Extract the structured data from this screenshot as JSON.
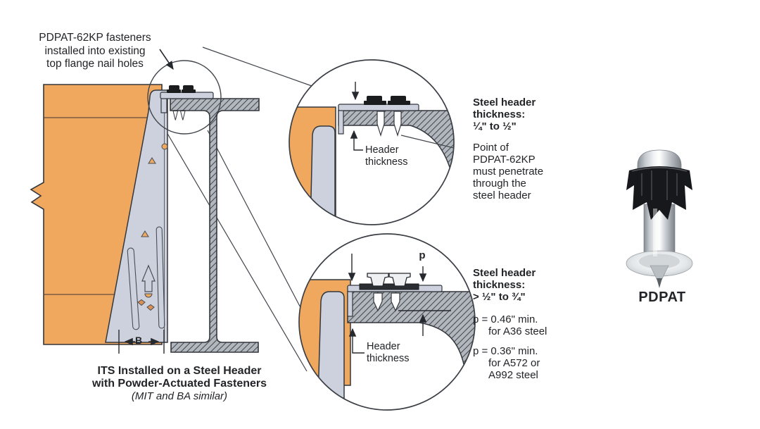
{
  "figure": {
    "callout": {
      "line1": "PDPAT-62KP fasteners",
      "line2": "installed into existing",
      "line3": "top flange nail holes"
    },
    "caption": {
      "line1": "ITS Installed on a Steel Header",
      "line2": "with Powder-Actuated Fasteners",
      "note": "(MIT and BA similar)"
    },
    "dim_b": "B",
    "dim_p": "p"
  },
  "detail_top": {
    "thickness_label": {
      "line1": "Header",
      "line2": "thickness"
    },
    "spec_title": {
      "line1": "Steel header",
      "line2": "thickness:",
      "line3": "¼\" to ½\""
    },
    "note": {
      "line1": "Point of",
      "line2": "PDPAT-62KP",
      "line3": "must penetrate",
      "line4": "through the",
      "line5": "steel header"
    }
  },
  "detail_bottom": {
    "thickness_label": {
      "line1": "Header",
      "line2": "thickness"
    },
    "spec_title": {
      "line1": "Steel header",
      "line2": "thickness:",
      "line3": "> ½\" to ¾\""
    },
    "spec_a36": {
      "line1": "p = 0.46\" min.",
      "line2": "for A36 steel"
    },
    "spec_a572": {
      "line1": "p = 0.36\" min.",
      "line2": "for A572 or",
      "line3": "A992 steel"
    }
  },
  "product": {
    "label": "PDPAT"
  },
  "palette": {
    "wood_orange": "#f0a85e",
    "steel_gray": "#b2b7be",
    "hanger_gray": "#ccd1dd",
    "outline": "#33373d",
    "text": "#232427"
  }
}
